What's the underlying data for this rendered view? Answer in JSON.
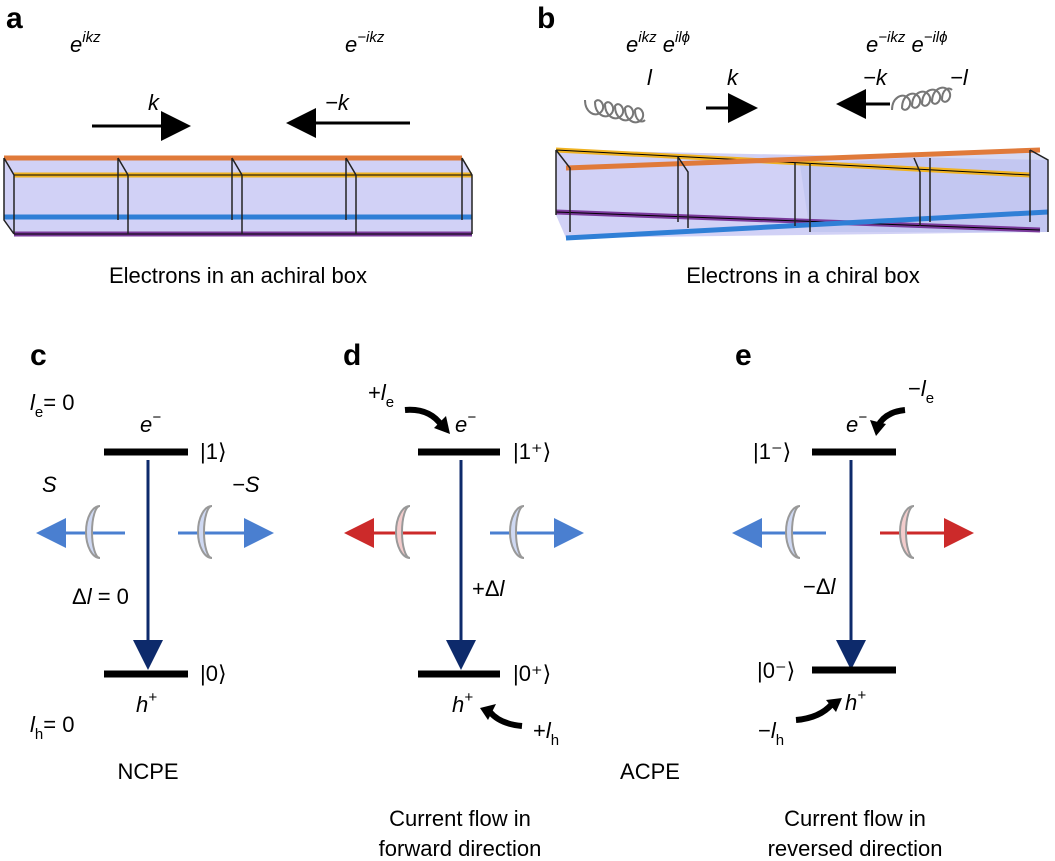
{
  "panels": {
    "a": {
      "letter": "a",
      "wave_right": "e^{ikz}",
      "wave_left": "e^{-ikz}",
      "arrow_right_label": "k",
      "arrow_left_label": "−k",
      "caption": "Electrons in an achiral box"
    },
    "b": {
      "letter": "b",
      "wave_right": "e^{ikz} e^{ilϕ}",
      "wave_left": "e^{−ikz} e^{−ilϕ}",
      "helix_right_label": "l",
      "arrow_right_label": "k",
      "arrow_left_label": "−k",
      "helix_left_label": "−l",
      "caption": "Electrons in a chiral box"
    },
    "c": {
      "letter": "c",
      "le": "= 0",
      "lh": "= 0",
      "electron": "e",
      "hole": "h",
      "upper_state": "|1⟩",
      "lower_state": "|0⟩",
      "spin_left": "S",
      "spin_right": "−S",
      "delta": "Δl = 0",
      "caption": "NCPE"
    },
    "d": {
      "letter": "d",
      "le": "+l",
      "lh": "+l",
      "electron": "e",
      "hole": "h",
      "upper_state": "|1⁺⟩",
      "lower_state": "|0⁺⟩",
      "delta": "+Δl",
      "caption_line1": "Current flow in",
      "caption_line2": "forward direction"
    },
    "e": {
      "letter": "e",
      "le": "−l",
      "lh": "−l",
      "electron": "e",
      "hole": "h",
      "upper_state": "|1⁻⟩",
      "lower_state": "|0⁻⟩",
      "delta": "−Δl",
      "caption_line1": "Current flow in",
      "caption_line2": "reversed direction"
    },
    "acpe_label": "ACPE"
  },
  "colors": {
    "orange": "#e07a3a",
    "yellow": "#f0b323",
    "blue": "#2f7fd6",
    "purple": "#7a3a9a",
    "box_fill": "#c9c9f5",
    "spin_blue": "#4a7fd0",
    "spin_red": "#cc2a2a",
    "transition_arrow": "#0d2a6b"
  }
}
